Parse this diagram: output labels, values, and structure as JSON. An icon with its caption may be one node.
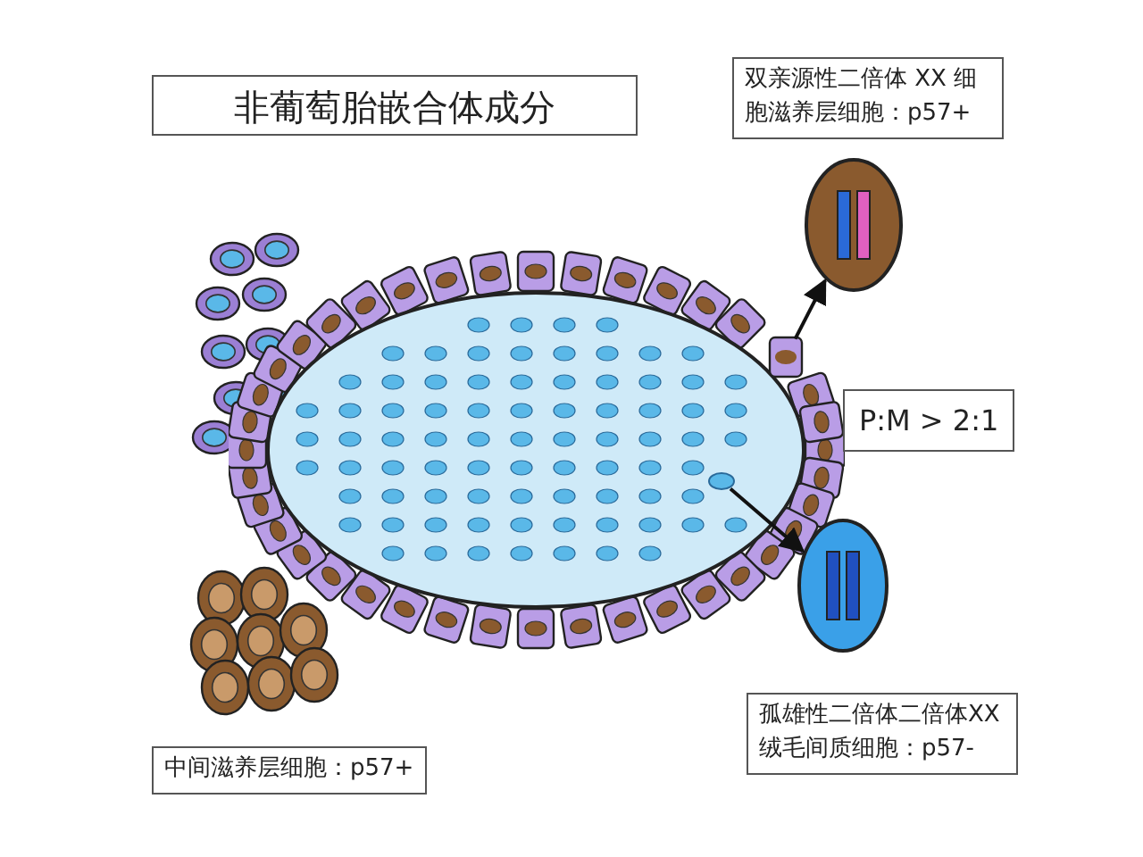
{
  "diagram": {
    "nodes": [
      {
        "text": [
          "非葡萄胎嵌合体成分"
        ]
      },
      {
        "text": [
          "双亲源性二倍体 XX 细胞滋养层细胞：p57+"
        ]
      },
      {
        "text": [],
        "shape": "circle"
      },
      {
        "text": [],
        "shape": "picture"
      },
      {
        "text": [],
        "shape": "box",
        "in": 3
      },
      {
        "text": [],
        "shape": "circle",
        "in": 3
      },
      {
        "text": [
          "P:M > 2:1"
        ]
      },
      {
        "text": [],
        "shape": "circle"
      },
      {
        "text": [
          "孤雄性二倍体二倍体XX 绒毛间质细胞：p57-"
        ]
      },
      {
        "text": [
          "中间滋养层细胞：p57+"
        ]
      }
    ],
    "edges": [
      {
        "from": 4,
        "to": 2,
        "arrow": "to"
      },
      {
        "from": 5,
        "to": 7,
        "arrow": "to"
      }
    ]
  }
}
